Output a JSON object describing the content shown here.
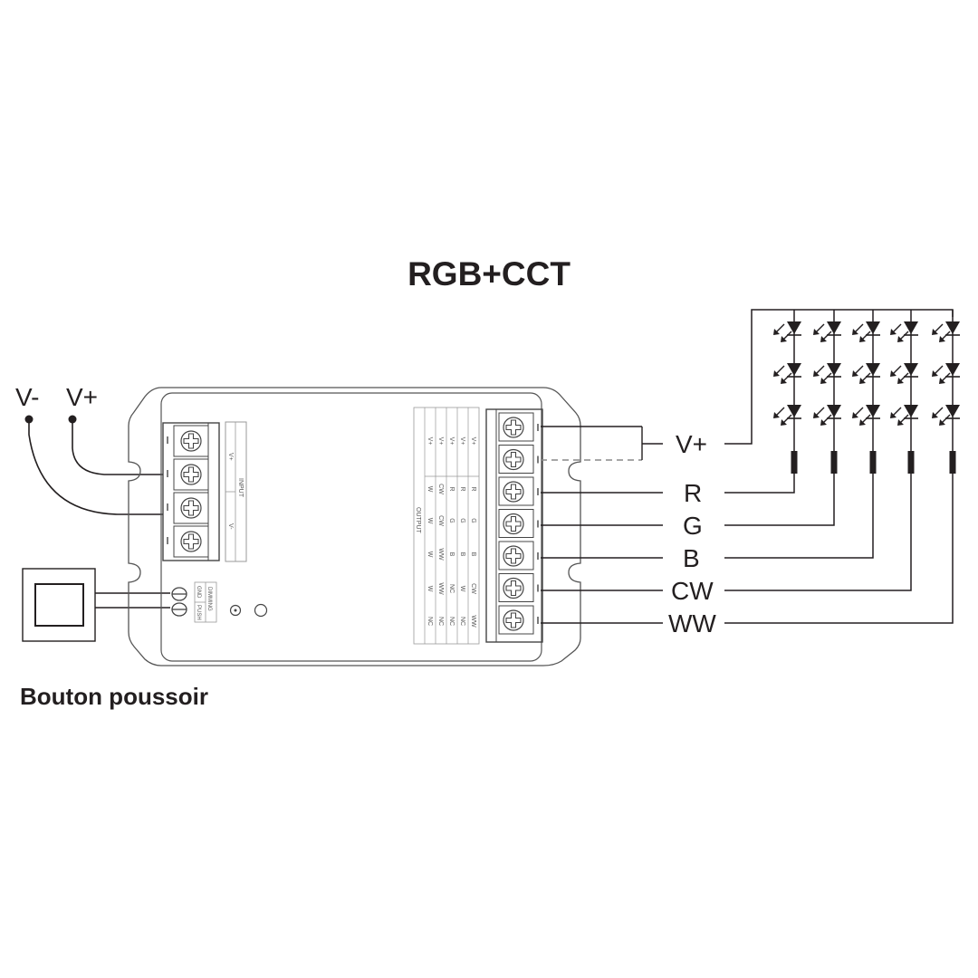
{
  "title": "RGB+CCT",
  "caption": "Bouton poussoir",
  "input_power": {
    "negative_label": "V-",
    "positive_label": "V+"
  },
  "controller": {
    "input_label": "INPUT",
    "input_terminals": [
      "V+",
      "V-"
    ],
    "dimming_label": "DIMMING",
    "dimming_terminals": [
      "GND",
      "PUSH"
    ],
    "output_label": "OUTPUT",
    "output_table": {
      "rows": [
        [
          "V+",
          "W",
          "W",
          "W",
          "W",
          "NC"
        ],
        [
          "V+",
          "CW",
          "CW",
          "WW",
          "WW",
          "NC"
        ],
        [
          "V+",
          "R",
          "G",
          "B",
          "NC",
          "NC"
        ],
        [
          "V+",
          "R",
          "G",
          "B",
          "W",
          "NC"
        ],
        [
          "V+",
          "R",
          "G",
          "B",
          "CW",
          "WW"
        ]
      ]
    }
  },
  "output_channels": [
    "V+",
    "R",
    "G",
    "B",
    "CW",
    "WW"
  ],
  "led_array": {
    "columns": 5,
    "leds_per_column": 3
  },
  "colors": {
    "line": "#231f20",
    "device_outline": "#555555"
  }
}
